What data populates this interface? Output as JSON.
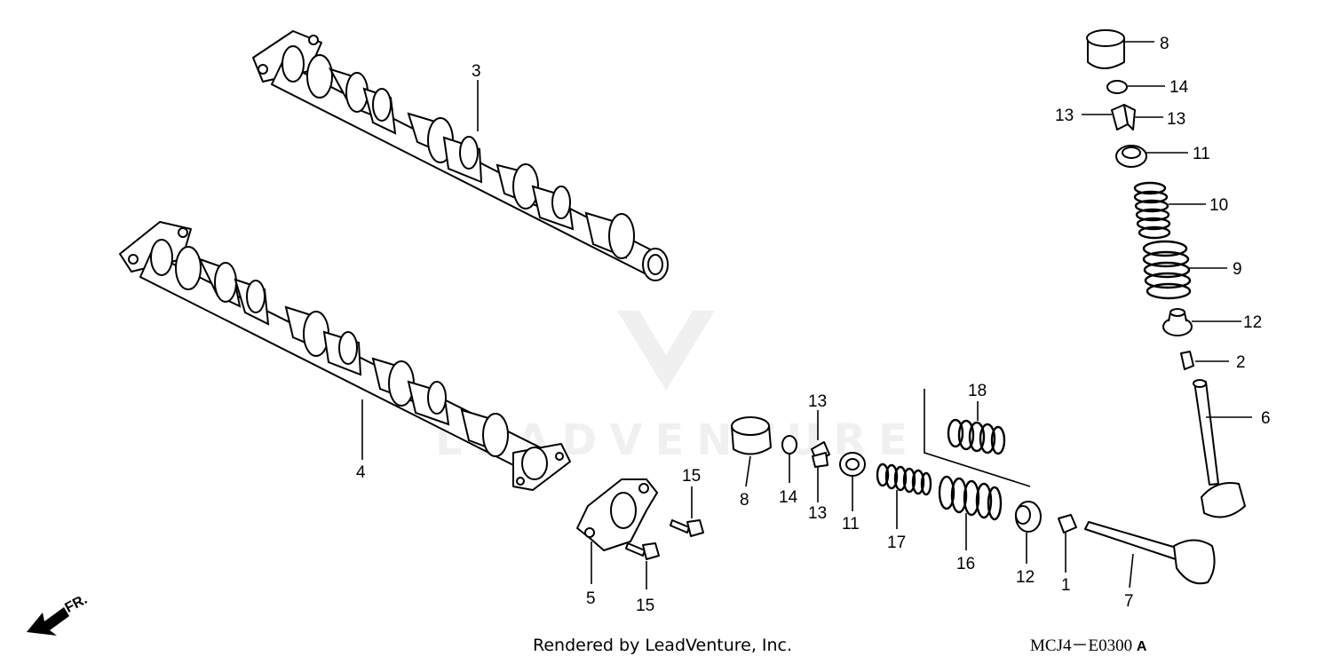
{
  "watermark": "LEADVENTURE",
  "orientation_label": "FR.",
  "credit": "Rendered by LeadVenture, Inc.",
  "diagram_code": "MCJ4－E0300",
  "diagram_rev": "A",
  "callouts": {
    "c8a": "8",
    "c14a": "14",
    "c13a": "13",
    "c13b": "13",
    "c11a": "11",
    "c10": "10",
    "c9": "9",
    "c12a": "12",
    "c2": "2",
    "c6": "6",
    "c3": "3",
    "c4": "4",
    "c18": "18",
    "c13c": "13",
    "c13d": "13",
    "c8b": "8",
    "c14b": "14",
    "c11b": "11",
    "c17": "17",
    "c16": "16",
    "c12b": "12",
    "c1": "1",
    "c7": "7",
    "c15a": "15",
    "c15b": "15",
    "c5": "5"
  }
}
